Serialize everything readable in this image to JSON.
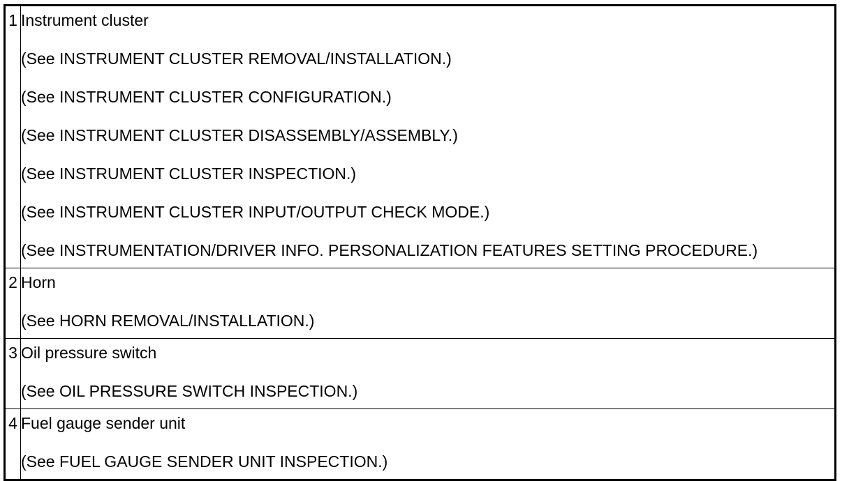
{
  "rows": [
    {
      "number": "1",
      "title": "Instrument cluster",
      "references": [
        "(See INSTRUMENT CLUSTER REMOVAL/INSTALLATION.)",
        "(See INSTRUMENT CLUSTER CONFIGURATION.)",
        "(See INSTRUMENT CLUSTER DISASSEMBLY/ASSEMBLY.)",
        "(See INSTRUMENT CLUSTER INSPECTION.)",
        "(See INSTRUMENT CLUSTER INPUT/OUTPUT CHECK MODE.)",
        "(See INSTRUMENTATION/DRIVER INFO. PERSONALIZATION FEATURES SETTING PROCEDURE.)"
      ]
    },
    {
      "number": "2",
      "title": "Horn",
      "references": [
        "(See HORN REMOVAL/INSTALLATION.)"
      ]
    },
    {
      "number": "3",
      "title": "Oil pressure switch",
      "references": [
        "(See OIL PRESSURE SWITCH INSPECTION.)"
      ]
    },
    {
      "number": "4",
      "title": "Fuel gauge sender unit",
      "references": [
        "(See FUEL GAUGE SENDER UNIT INSPECTION.)"
      ]
    }
  ]
}
